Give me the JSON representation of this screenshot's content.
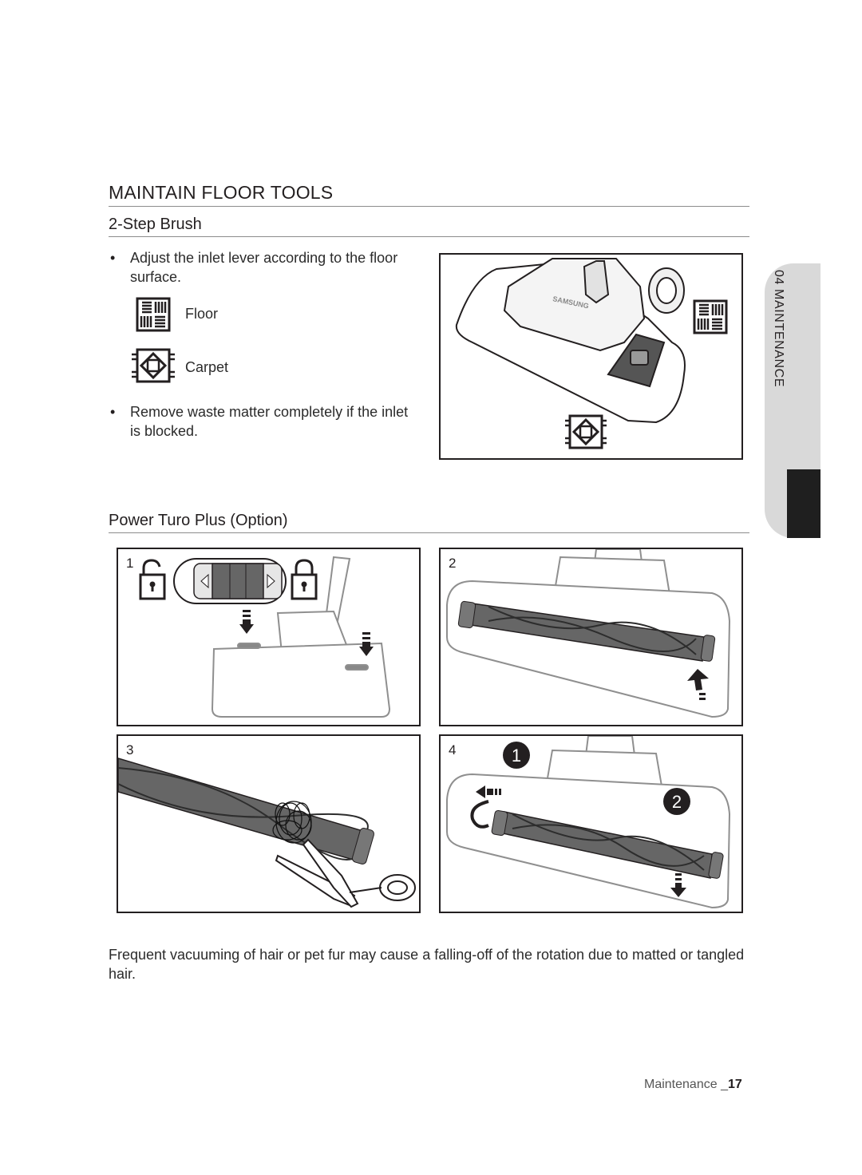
{
  "section": {
    "title": "MAINTAIN FLOOR TOOLS",
    "side_tab": "04 MAINTENANCE"
  },
  "step_brush": {
    "heading": "2-Step Brush",
    "bullet_1": "Adjust the inlet lever according to the floor surface.",
    "floor_label": "Floor",
    "carpet_label": "Carpet",
    "bullet_2": "Remove waste matter completely if the inlet is blocked.",
    "brand_mark": "SAMSUNG"
  },
  "power_turbo": {
    "heading": "Power Turo Plus (Option)",
    "panels": [
      {
        "number": "1"
      },
      {
        "number": "2"
      },
      {
        "number": "3"
      },
      {
        "number": "4",
        "callouts": [
          "1",
          "2"
        ]
      }
    ]
  },
  "note": "Frequent vacuuming of hair or pet fur may cause a falling-off of the rotation due to matted or tangled hair.",
  "footer": {
    "label": "Maintenance _",
    "page": "17"
  },
  "icons": [
    "floor-mode-icon",
    "carpet-mode-icon",
    "unlock-icon",
    "lock-icon",
    "arrow-down-icon",
    "arrow-up-icon",
    "scissors-icon"
  ]
}
